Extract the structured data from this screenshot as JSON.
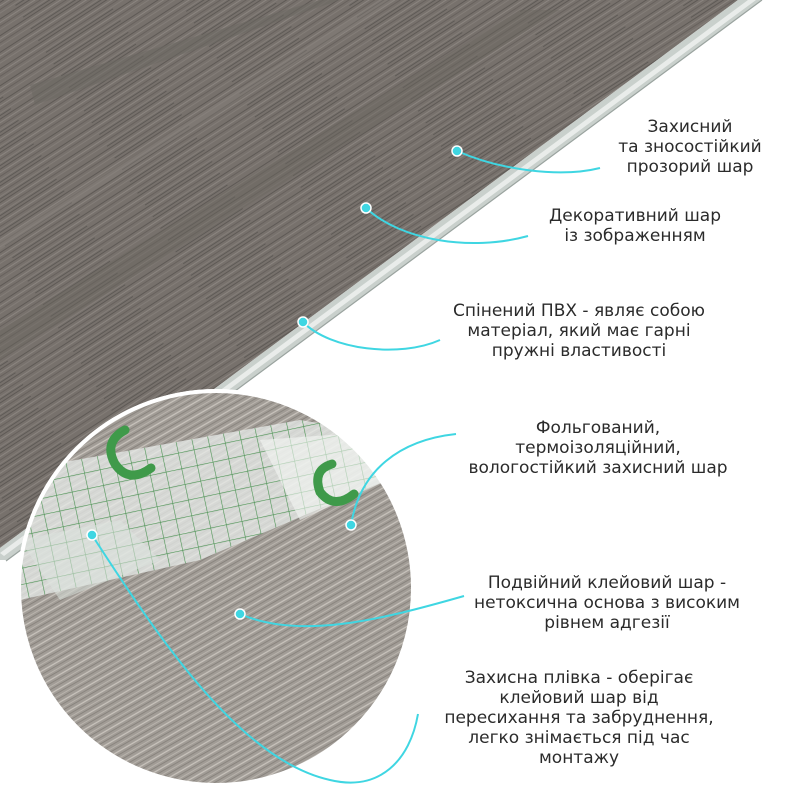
{
  "accent_color": "#3fd6e2",
  "layers": [
    {
      "id": "protective-top",
      "lines": [
        "Захисний",
        "та зносостійкий",
        "прозорий шар"
      ]
    },
    {
      "id": "decorative",
      "lines": [
        "Декоративний шар",
        "із зображенням"
      ]
    },
    {
      "id": "foamed-pvc",
      "lines": [
        "Спінений ПВХ - являє собою",
        "матеріал, який має гарні",
        "пружні властивості"
      ]
    },
    {
      "id": "foil",
      "lines": [
        "Фольгований,",
        "термоізоляційний,",
        "вологостійкий захисний шар"
      ]
    },
    {
      "id": "adhesive",
      "lines": [
        "Подвійний клейовий шар -",
        "нетоксична основа з високим",
        "рівнем адгезії"
      ]
    },
    {
      "id": "film",
      "lines": [
        "Захисна плівка - оберігає",
        "клейовий шар від",
        "пересихання та забруднення,",
        "легко знімається під час",
        "монтажу"
      ]
    }
  ]
}
